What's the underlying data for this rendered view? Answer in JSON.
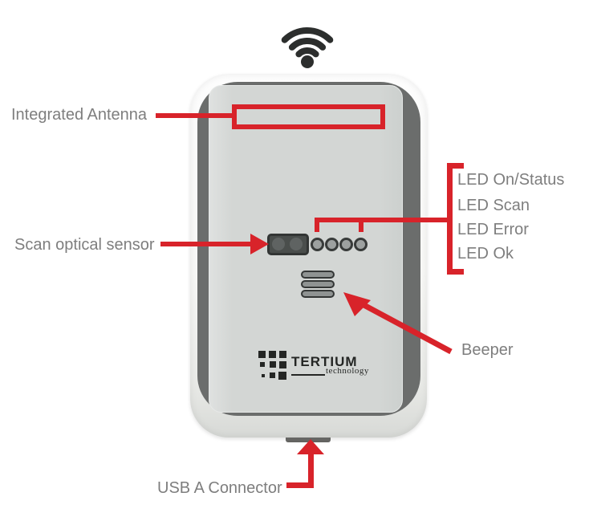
{
  "labels": {
    "integrated_antenna": "Integrated Antenna",
    "scan_optical_sensor": "Scan optical sensor",
    "leds": [
      "LED On/Status",
      "LED Scan",
      "LED Error",
      "LED Ok"
    ],
    "beeper": "Beeper",
    "usb_connector": "USB A Connector"
  },
  "device": {
    "brand": "TERTIUM",
    "brand_subtitle": "technology",
    "led_count": 4,
    "beeper_slots": 3
  },
  "icons": {
    "wifi": "wifi-icon"
  },
  "colors": {
    "annotation_red": "#d8232a",
    "label_gray": "#7e7e7e",
    "panel_dark": "#6b6d6c",
    "face_gray": "#d3d6d4",
    "detail_dark": "#343736",
    "logo_dark": "#242624"
  }
}
